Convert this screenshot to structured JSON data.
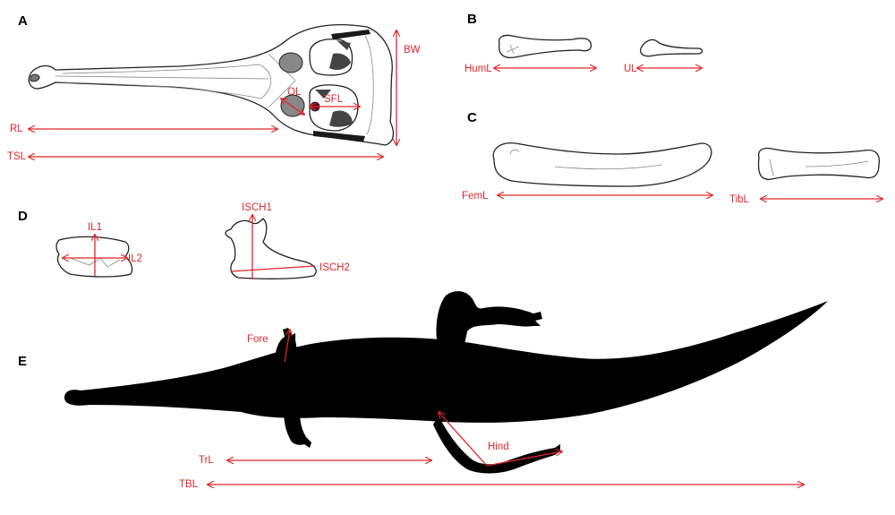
{
  "panels": {
    "a": "A",
    "b": "B",
    "c": "C",
    "d": "D",
    "e": "E"
  },
  "measurements": {
    "bw": "BW",
    "ol": "OL",
    "sfl": "SFL",
    "rl": "RL",
    "tsl": "TSL",
    "huml": "HumL",
    "ul": "UL",
    "feml": "FemL",
    "tibl": "TibL",
    "il1": "IL1",
    "il2": "IL2",
    "isch1": "ISCH1",
    "isch2": "ISCH2",
    "fore": "Fore",
    "hind": "Hind",
    "trl": "TrL",
    "tbl": "TBL"
  },
  "colors": {
    "measure": "#e0262b",
    "silhouette": "#000000",
    "outline": "#222222",
    "fenestra": "#666666"
  }
}
